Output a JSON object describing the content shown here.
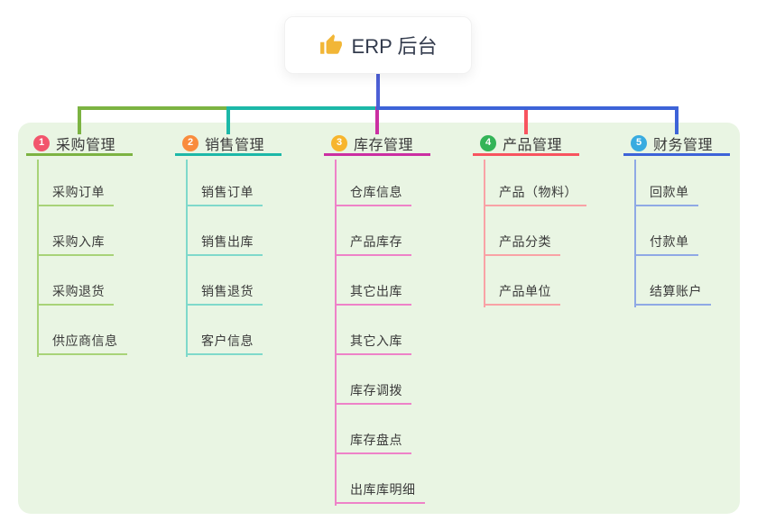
{
  "root": {
    "icon": "thumbs-up-icon",
    "icon_color": "#f2b636",
    "title": "ERP 后台"
  },
  "panel": {
    "background": "#e9f5e3",
    "stem_color": "#4c5fd6"
  },
  "branches": [
    {
      "key": "purchase",
      "badge": "1",
      "title": "采购管理",
      "badge_color": "#f2556c",
      "line_color": "#7cb342",
      "child_line_color": "#a8d378",
      "children": [
        "采购订单",
        "采购入库",
        "采购退货",
        "供应商信息"
      ]
    },
    {
      "key": "sales",
      "badge": "2",
      "title": "销售管理",
      "badge_color": "#f98c3d",
      "line_color": "#1cb8a8",
      "child_line_color": "#7fd9cb",
      "children": [
        "销售订单",
        "销售出库",
        "销售退货",
        "客户信息"
      ]
    },
    {
      "key": "inventory",
      "badge": "3",
      "title": "库存管理",
      "badge_color": "#f7b52c",
      "line_color": "#cb2fa2",
      "child_line_color": "#ee82c8",
      "children": [
        "仓库信息",
        "产品库存",
        "其它出库",
        "其它入库",
        "库存调拨",
        "库存盘点",
        "出库库明细"
      ]
    },
    {
      "key": "product",
      "badge": "4",
      "title": "产品管理",
      "badge_color": "#33b457",
      "line_color": "#f8545f",
      "child_line_color": "#f9a2a6",
      "children": [
        "产品（物料）",
        "产品分类",
        "产品单位"
      ]
    },
    {
      "key": "finance",
      "badge": "5",
      "title": "财务管理",
      "badge_color": "#38abe0",
      "line_color": "#3d63d8",
      "child_line_color": "#8fa9e5",
      "children": [
        "回款单",
        "付款单",
        "结算账户"
      ]
    }
  ]
}
